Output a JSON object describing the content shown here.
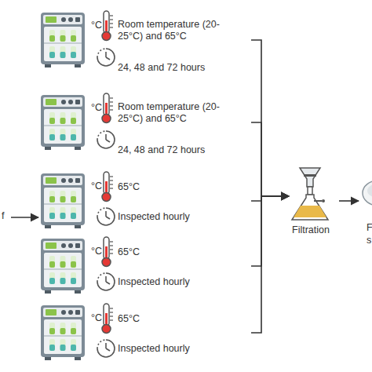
{
  "diagram": {
    "nodes": [
      {
        "text": [
          "f"
        ]
      },
      {
        "text": [
          "°C",
          "Room temperature (20-25°C) and 65°C",
          "24, 48 and 72 hours"
        ]
      },
      {
        "text": [
          "°C",
          "Room temperature (20-25°C) and 65°C",
          "24, 48 and 72 hours"
        ]
      },
      {
        "text": [
          "°C",
          "65°C",
          "Inspected hourly"
        ]
      },
      {
        "text": [
          "°C",
          "65°C",
          "Inspected hourly"
        ]
      },
      {
        "text": [
          "°C",
          "65°C",
          "Inspected hourly"
        ]
      },
      {
        "text": [
          "Filtration"
        ]
      },
      {
        "text": [
          "F",
          "s"
        ]
      }
    ],
    "edges": [
      {
        "from": 0,
        "to": 3,
        "arrow": "to"
      },
      {
        "from": 1,
        "to": 6,
        "arrow": "to"
      },
      {
        "from": 2,
        "to": 6,
        "arrow": "to"
      },
      {
        "from": 3,
        "to": 6,
        "arrow": "to"
      },
      {
        "from": 4,
        "to": 6,
        "arrow": "to"
      },
      {
        "from": 5,
        "to": 6,
        "arrow": "to"
      },
      {
        "from": 6,
        "to": 7,
        "arrow": "to"
      }
    ]
  }
}
